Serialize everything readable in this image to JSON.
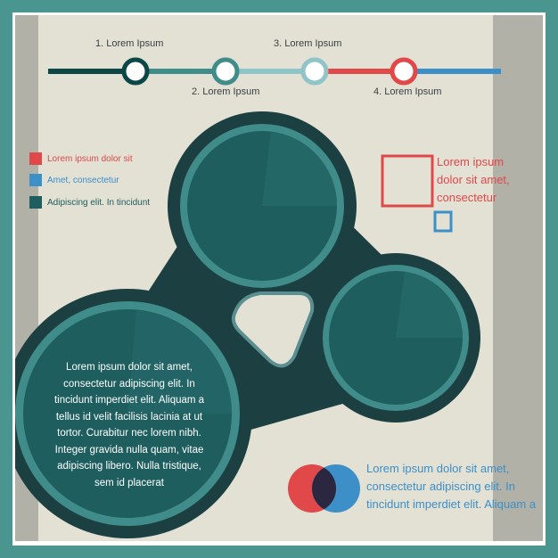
{
  "colors": {
    "teal_dark": "#1f5e5f",
    "teal_mid": "#3f8c8b",
    "teal_light": "#8fc4c8",
    "red": "#e1484a",
    "blue": "#3c8fc7",
    "navy": "#0c4748"
  },
  "timeline": {
    "steps": [
      {
        "label": "1. Lorem Ipsum"
      },
      {
        "label": "2. Lorem Ipsum"
      },
      {
        "label": "3. Lorem Ipsum"
      },
      {
        "label": "4. Lorem Ipsum"
      }
    ]
  },
  "legend": {
    "items": [
      {
        "label": "Lorem ipsum dolor sit",
        "color": "#e1484a"
      },
      {
        "label": "Amet, consectetur",
        "color": "#3c8fc7"
      },
      {
        "label": "Adipiscing elit. In tincidunt",
        "color": "#1f5e5f"
      }
    ]
  },
  "callout": {
    "text": "Lorem ipsum dolor sit amet, consectetur"
  },
  "main_circle": {
    "text": "Lorem ipsum dolor sit amet, consectetur adipiscing elit. In tincidunt imperdiet elit. Aliquam a tellus id velit facilisis lacinia at ut tortor. Curabitur nec lorem nibh. Integer gravida nulla quam, vitae adipiscing libero. Nulla tristique, sem id placerat"
  },
  "footer": {
    "text": "Lorem ipsum dolor sit amet, consectetur adipiscing elit. In tincidunt imperdiet elit. Aliquam a"
  }
}
